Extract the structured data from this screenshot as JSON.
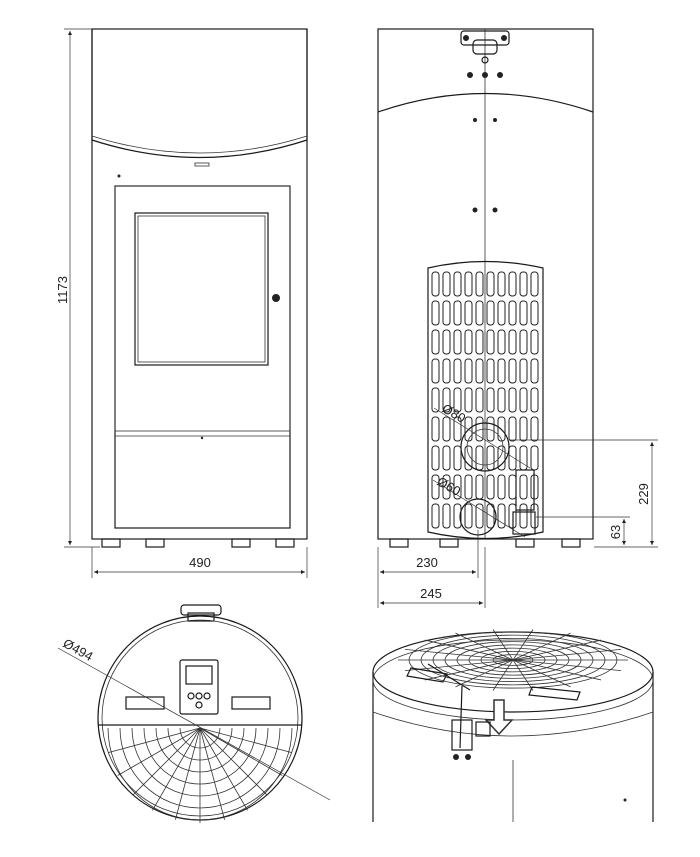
{
  "dimensions": {
    "height": "1173",
    "width": "490",
    "outlet_height": "229",
    "inlet_height": "63",
    "outlet_offset": "230",
    "inlet_offset": "245",
    "outlet_diameter": "Ø80",
    "inlet_diameter": "Ø60",
    "top_diameter": "Ø494"
  },
  "colors": {
    "line": "#1a1a1a",
    "background": "#ffffff"
  }
}
